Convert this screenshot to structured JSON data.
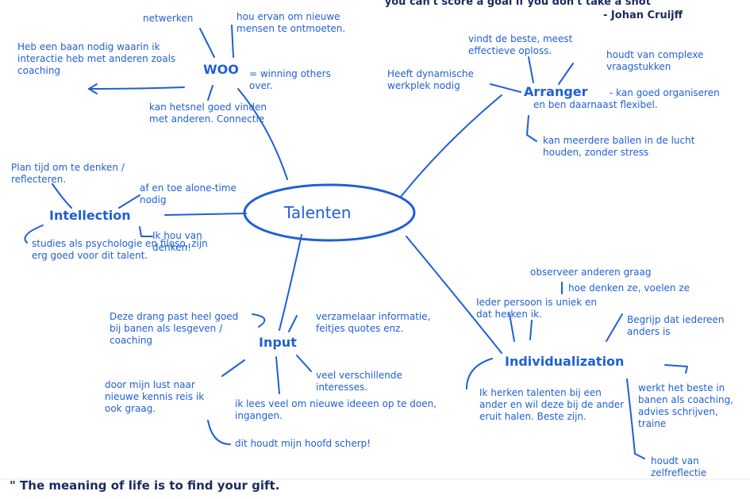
{
  "quotes": {
    "top": "\"you can't score a goal if you don't take a shot\"",
    "top_author": "- Johan Cruijff",
    "bottom": "\" The meaning of life is to find your gift."
  },
  "center": "Talenten",
  "woo": {
    "title": "WOO",
    "definition": "= winning others over.",
    "notes": [
      "netwerken",
      "hou ervan om nieuwe mensen te ontmoeten.",
      "Heb een baan nodig waarin ik interactie heb met anderen zoals coaching",
      "kan hetsnel goed vinden met anderen. Connectie"
    ]
  },
  "arranger": {
    "title": "Arranger",
    "notes": [
      "vindt de beste, meest effectieve oploss.",
      "houdt van complexe vraagstukken",
      "Heeft dynamische werkplek nodig",
      "- kan goed organiseren en ben daarnaast flexibel.",
      "kan meerdere ballen in de lucht houden, zonder stress"
    ]
  },
  "intellection": {
    "title": "Intellection",
    "notes": [
      "Plan tijd om te denken / reflecteren.",
      "af en toe alone-time nodig",
      "Ik hou van denken!",
      "studies als psychologie en filoso. zijn erg goed voor dit talent."
    ]
  },
  "input": {
    "title": "Input",
    "notes": [
      "Deze drang past heel goed bij banen als lesgeven / coaching",
      "verzamelaar informatie, feitjes quotes enz.",
      "door mijn lust naar nieuwe kennis reis ik ook graag.",
      "veel verschillende interesses.",
      "ik lees veel om nieuwe ideeen op te doen, ingangen.",
      "dit houdt mijn hoofd scherp!"
    ]
  },
  "individualization": {
    "title": "Individualization",
    "notes": [
      "observeer anderen graag",
      "hoe denken ze, voelen ze",
      "Ieder persoon is uniek en dat herken ik.",
      "Begrijp dat iedereen anders is",
      "Ik herken talenten bij een ander en wil deze bij de ander eruit halen. Beste zijn.",
      "werkt het beste in banen als coaching, advies schrijven, traine",
      "houdt van zelfreflectie"
    ]
  }
}
